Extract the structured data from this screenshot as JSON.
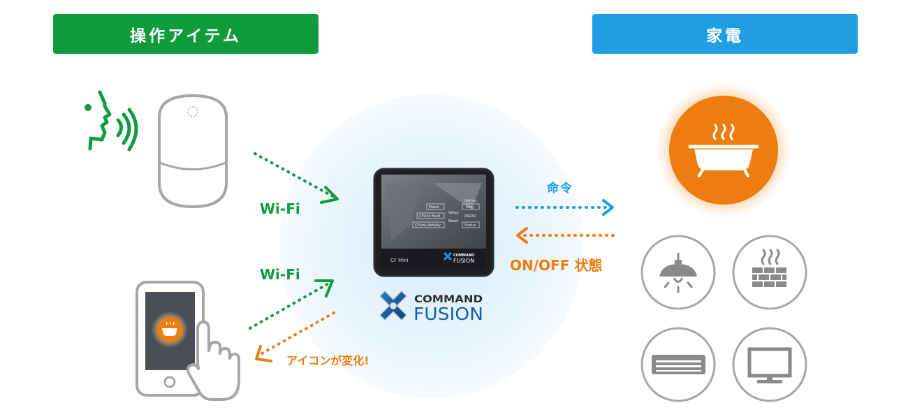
{
  "headers": {
    "left": "操作アイテム",
    "right": "家電"
  },
  "labels": {
    "wifi_top": "Wi-Fi",
    "wifi_bottom": "Wi-Fi",
    "command": "命令",
    "status": "ON/OFF 状態",
    "icon_change": "アイコンが変化!"
  },
  "device": {
    "model": "CF Mini",
    "buttons": [
      "Power",
      "CFLink Fault",
      "CFLink Activity"
    ],
    "mid_buttons": [
      "Setup",
      "Reset"
    ],
    "right_label": "COM Port",
    "right_buttons": [
      "Prog",
      "RS232",
      "Status"
    ],
    "brand_small": [
      "COMMAND",
      "FUSION"
    ]
  },
  "logo": {
    "line1": "COMMAND",
    "line2": "FUSION"
  },
  "colors": {
    "green": "#109b3d",
    "blue": "#1f9ee3",
    "orange": "#ed7d0f",
    "gray": "#a6a6a6",
    "dark_gray": "#8a8a8a"
  },
  "icons": {
    "voice": "speaking-face-icon",
    "speaker": "smart-speaker-icon",
    "phone": "smartphone-icon",
    "hand": "pointing-hand-icon",
    "bath": "bathtub-icon",
    "lamp": "pendant-lamp-icon",
    "floor_heat": "floor-heating-icon",
    "ac": "air-conditioner-icon",
    "tv": "television-icon"
  }
}
